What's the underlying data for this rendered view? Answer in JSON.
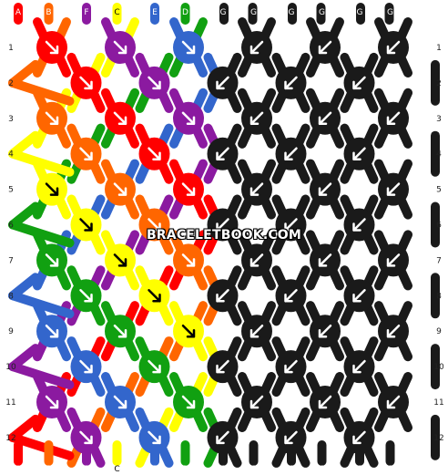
{
  "watermark": "BRACELETBOOK.COM",
  "row_numbers": [
    "1",
    "2",
    "3",
    "4",
    "5",
    "6",
    "7",
    "8",
    "9",
    "10",
    "11",
    "12"
  ],
  "strings": [
    {
      "label": "A",
      "color": "#ff0000"
    },
    {
      "label": "B",
      "color": "#ff6600"
    },
    {
      "label": "F",
      "color": "#8b1aa0"
    },
    {
      "label": "C",
      "color": "#ffff00"
    },
    {
      "label": "E",
      "color": "#3366cc"
    },
    {
      "label": "D",
      "color": "#11a011"
    },
    {
      "label": "G",
      "color": "#1a1a1a"
    },
    {
      "label": "G",
      "color": "#1a1a1a"
    },
    {
      "label": "G",
      "color": "#1a1a1a"
    },
    {
      "label": "G",
      "color": "#1a1a1a"
    },
    {
      "label": "G",
      "color": "#1a1a1a"
    },
    {
      "label": "G",
      "color": "#1a1a1a"
    }
  ],
  "colors": {
    "A": "#ff0000",
    "B": "#ff6600",
    "F": "#8b1aa0",
    "C": "#ffff00",
    "E": "#3366cc",
    "D": "#11a011",
    "G": "#1a1a1a"
  },
  "knot_direction": {
    "left_half": "forward (↘)",
    "right_half": "backward (↙)"
  }
}
